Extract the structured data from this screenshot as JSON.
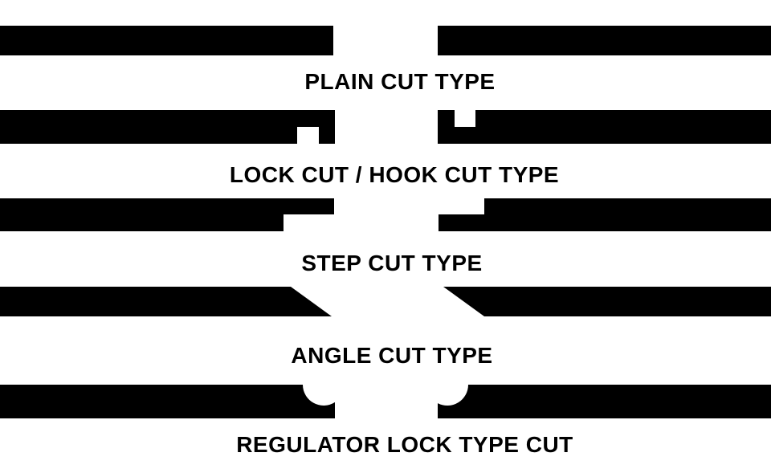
{
  "figure": {
    "title": "Cut type diagram",
    "background_color": "#ffffff",
    "ink_color": "#000000",
    "rows": [
      {
        "id": "plain-cut",
        "label": "PLAIN CUT TYPE"
      },
      {
        "id": "lock-hook-cut",
        "label": "LOCK CUT / HOOK CUT TYPE"
      },
      {
        "id": "step-cut",
        "label": "STEP CUT TYPE"
      },
      {
        "id": "angle-cut",
        "label": "ANGLE CUT TYPE"
      },
      {
        "id": "regulator-lock-cut",
        "label": "REGULATOR LOCK TYPE CUT"
      }
    ]
  }
}
